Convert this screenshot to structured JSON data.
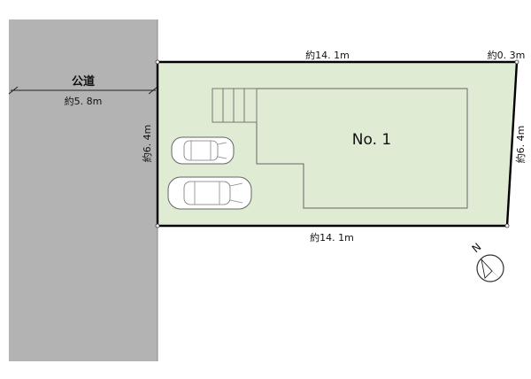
{
  "road": {
    "label": "公道",
    "width_label": "約5. 8m"
  },
  "lot": {
    "number_label": "No. 1",
    "top_label": "約14. 1m",
    "top_right_label": "約0. 3m",
    "bottom_label": "約14. 1m",
    "left_label": "約6. 4m",
    "right_label": "約6. 4m"
  },
  "compass": {
    "north_label": "N"
  },
  "colors": {
    "road": "#b3b3b3",
    "lot": "#e0ebd4",
    "boundary": "#000000"
  }
}
